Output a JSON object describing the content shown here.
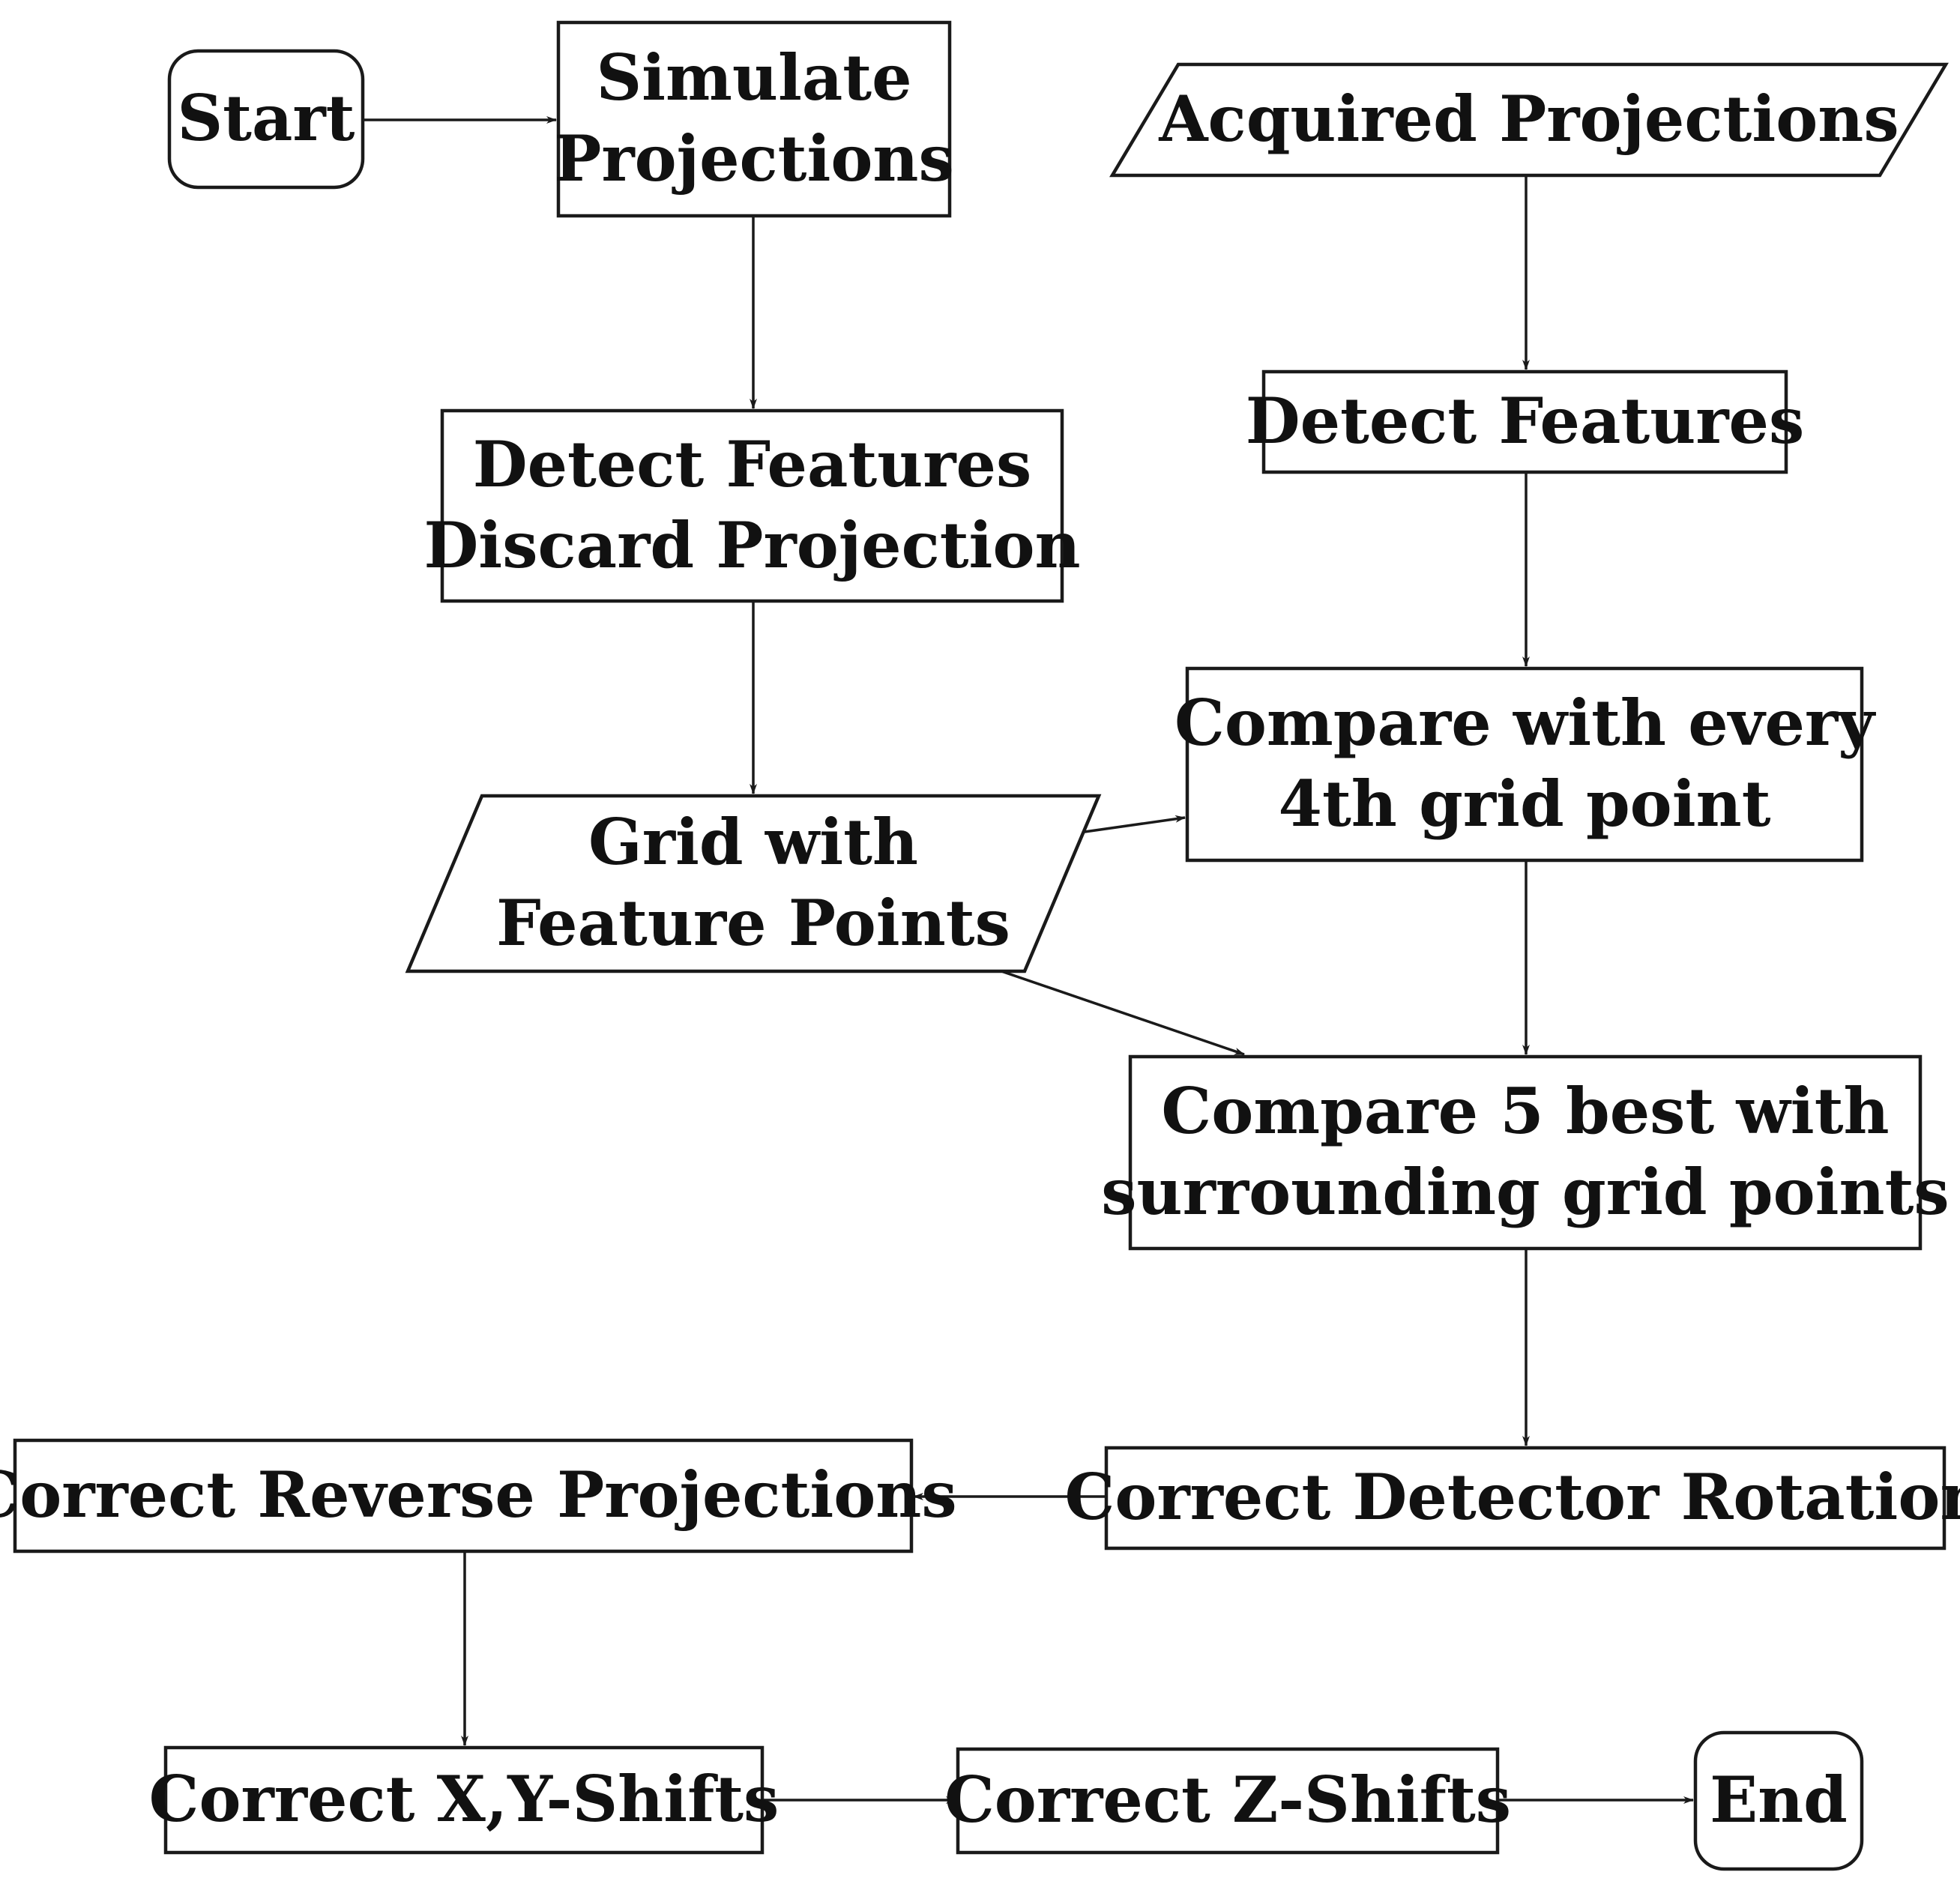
{
  "nodes": {
    "start": {
      "lines": [
        "Start"
      ],
      "shape": "rounded"
    },
    "simulate": {
      "lines": [
        "Simulate",
        "Projections"
      ],
      "shape": "rect"
    },
    "acquired": {
      "lines": [
        "Acquired Projections"
      ],
      "shape": "parallelogram"
    },
    "detect_discard": {
      "lines": [
        "Detect Features",
        "Discard Projection"
      ],
      "shape": "rect"
    },
    "detect": {
      "lines": [
        "Detect Features"
      ],
      "shape": "rect"
    },
    "compare4": {
      "lines": [
        "Compare with every",
        "4th grid point"
      ],
      "shape": "rect"
    },
    "grid": {
      "lines": [
        "Grid with",
        "Feature Points"
      ],
      "shape": "parallelogram"
    },
    "compare5": {
      "lines": [
        "Compare 5 best with",
        "surrounding grid points"
      ],
      "shape": "rect"
    },
    "reverse": {
      "lines": [
        "Correct Reverse Projections"
      ],
      "shape": "rect"
    },
    "rotation": {
      "lines": [
        "Correct Detector Rotation"
      ],
      "shape": "rect"
    },
    "xy": {
      "lines": [
        "Correct X,Y-Shifts"
      ],
      "shape": "rect"
    },
    "z": {
      "lines": [
        "Correct Z-Shifts"
      ],
      "shape": "rect"
    },
    "end": {
      "lines": [
        "End"
      ],
      "shape": "rounded"
    }
  },
  "edges": [
    [
      "start",
      "simulate"
    ],
    [
      "simulate",
      "detect_discard"
    ],
    [
      "detect_discard",
      "grid"
    ],
    [
      "acquired",
      "detect"
    ],
    [
      "detect",
      "compare4"
    ],
    [
      "grid",
      "compare4"
    ],
    [
      "grid",
      "compare5"
    ],
    [
      "compare4",
      "compare5"
    ],
    [
      "compare5",
      "rotation"
    ],
    [
      "rotation",
      "reverse"
    ],
    [
      "reverse",
      "xy"
    ],
    [
      "xy",
      "z"
    ],
    [
      "z",
      "end"
    ]
  ],
  "colors": {
    "stroke": "#1a1a1a",
    "text": "#111111",
    "background": "#ffffff"
  }
}
